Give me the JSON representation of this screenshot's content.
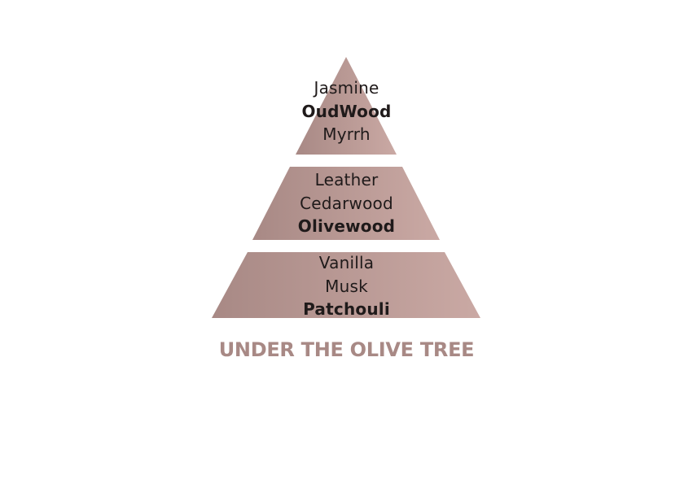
{
  "colors": {
    "tier_fill_start": "#a88985",
    "tier_fill_end": "#caa9a4",
    "note_text": "#1f1a1a",
    "name_text": "#a88985",
    "background": "#ffffff"
  },
  "pyramid": {
    "top": {
      "notes": [
        {
          "label": "Jasmine",
          "bold": false
        },
        {
          "label": "OudWood",
          "bold": true
        },
        {
          "label": "Myrrh",
          "bold": false
        }
      ]
    },
    "middle": {
      "notes": [
        {
          "label": "Leather",
          "bold": false
        },
        {
          "label": "Cedarwood",
          "bold": false
        },
        {
          "label": "Olivewood",
          "bold": true
        }
      ]
    },
    "base": {
      "notes": [
        {
          "label": "Vanilla",
          "bold": false
        },
        {
          "label": "Musk",
          "bold": false
        },
        {
          "label": "Patchouli",
          "bold": true
        }
      ]
    }
  },
  "fragrance_name": "UNDER THE OLIVE TREE"
}
